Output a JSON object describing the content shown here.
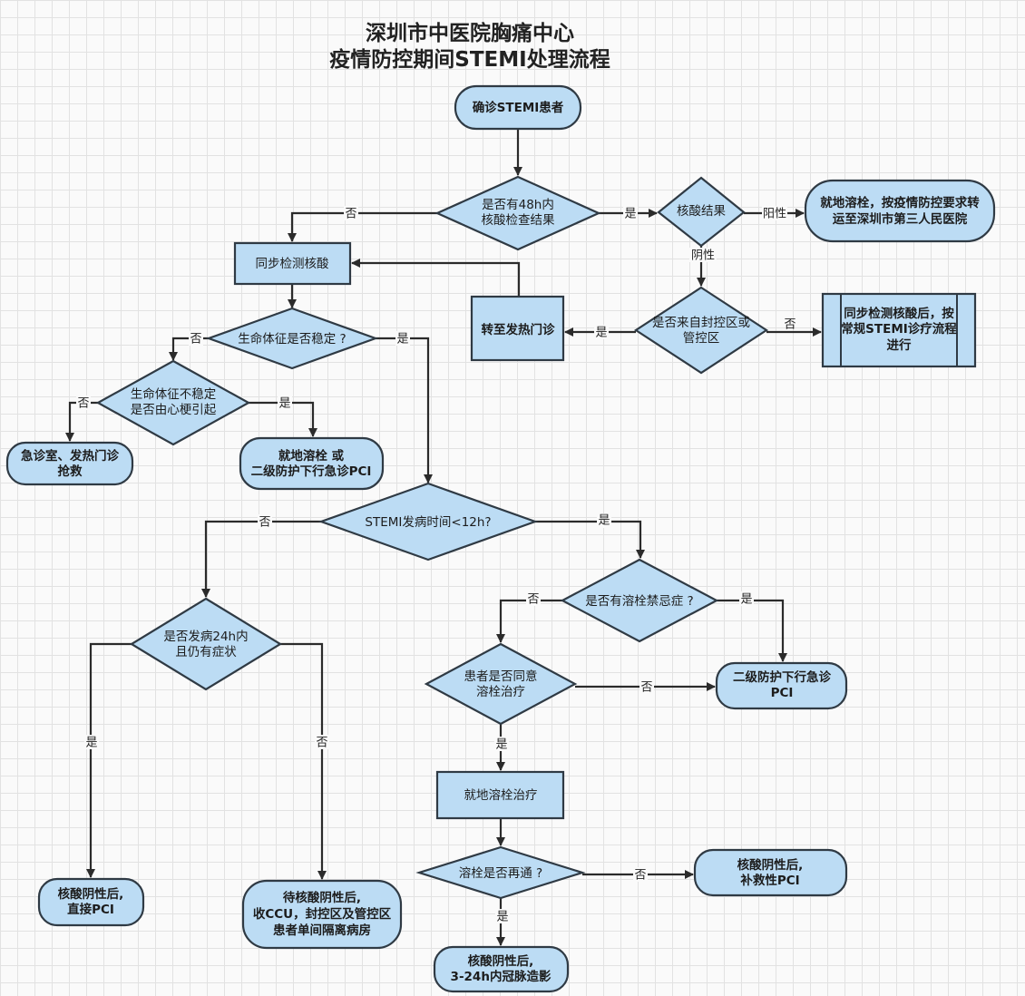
{
  "title": {
    "line1": "深圳市中医院胸痛中心",
    "line2": "疫情防控期间STEMI处理流程"
  },
  "colors": {
    "node_fill": "#bcdcf4",
    "stroke": "#2f3a44"
  },
  "nodes": {
    "start": [
      "确诊STEMI患者"
    ],
    "has_48h_test": [
      "是否有48h内",
      "核酸检查结果"
    ],
    "test_result": [
      "核酸结果"
    ],
    "positive_transfer": [
      "就地溶栓，按疫情防控要求转",
      "运至深圳市第三人民医院"
    ],
    "from_lockdown": [
      "是否来自封控区或",
      "管控区"
    ],
    "fever_clinic": [
      "转至发热门诊"
    ],
    "routine_process": [
      "同步检测核酸后，按",
      "常规STEMI诊疗流程",
      "进行"
    ],
    "sync_test": [
      "同步检测核酸"
    ],
    "vitals_stable": [
      "生命体征是否稳定 ?"
    ],
    "unstable_by_mi": [
      "生命体征不稳定",
      "是否由心梗引起"
    ],
    "er_rescue": [
      "急诊室、发热门诊",
      "抢救"
    ],
    "local_thrombolysis_or_pci": [
      "就地溶栓 或",
      "二级防护下行急诊PCI"
    ],
    "onset_12h": [
      "STEMI发病时间<12h?"
    ],
    "onset_24h": [
      "是否发病24h内",
      "且仍有症状"
    ],
    "contraindication": [
      "是否有溶栓禁忌症 ?"
    ],
    "consent": [
      "患者是否同意",
      "溶栓治疗"
    ],
    "emergency_pci": [
      "二级防护下行急诊",
      "PCI"
    ],
    "local_thrombolysis": [
      "就地溶栓治疗"
    ],
    "reperfusion": [
      "溶栓是否再通 ?"
    ],
    "rescue_pci": [
      "核酸阴性后,",
      "补救性PCI"
    ],
    "angiography": [
      "核酸阴性后,",
      "3-24h内冠脉造影"
    ],
    "direct_pci": [
      "核酸阴性后,",
      "直接PCI"
    ],
    "ccu": [
      "待核酸阴性后,",
      "收CCU，封控区及管控区",
      "患者单间隔离病房"
    ]
  },
  "edge_labels": {
    "yes": "是",
    "no": "否",
    "positive": "阳性",
    "negative": "阴性"
  }
}
